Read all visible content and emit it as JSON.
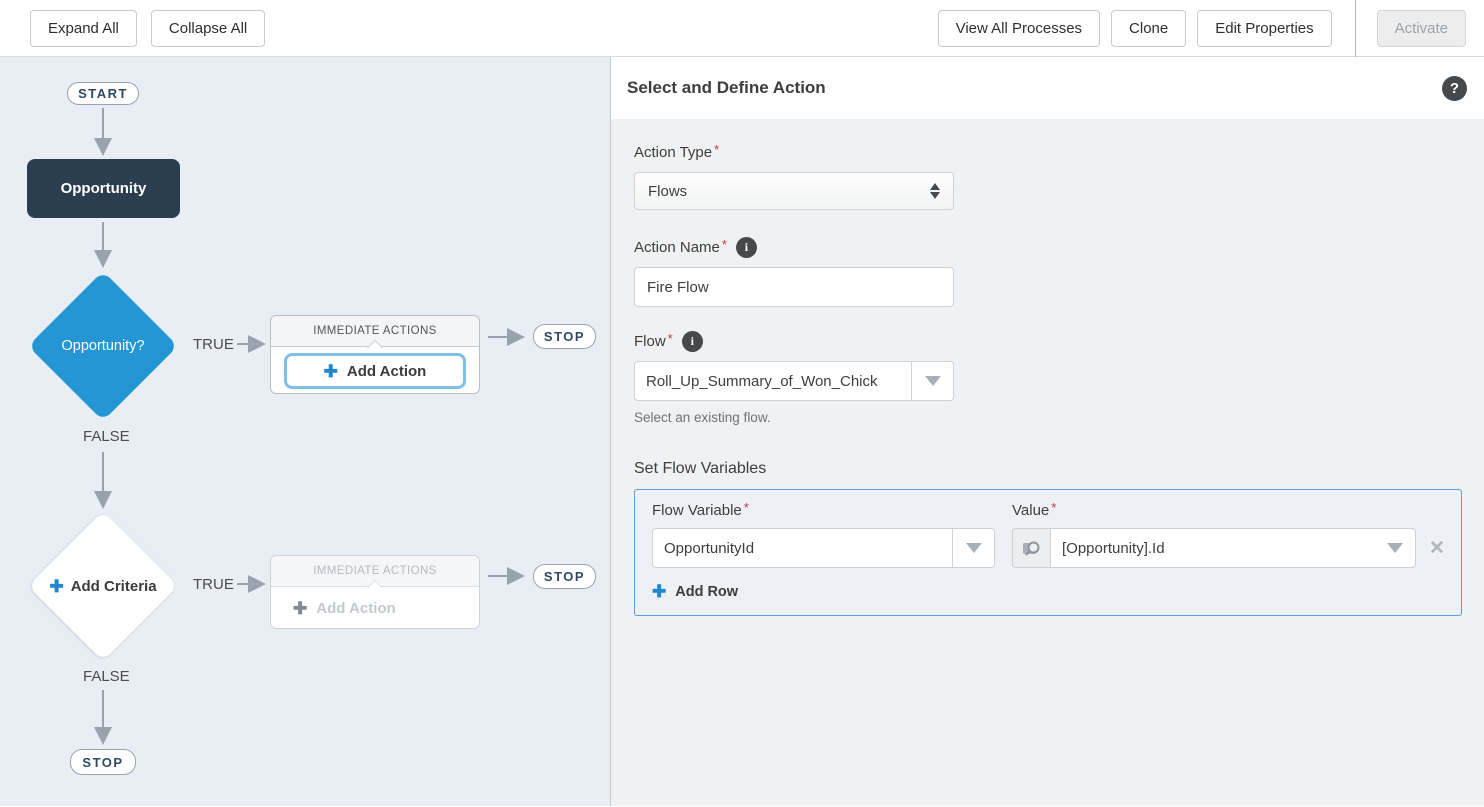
{
  "toolbar": {
    "expand_all": "Expand All",
    "collapse_all": "Collapse All",
    "view_all_processes": "View All Processes",
    "clone": "Clone",
    "edit_properties": "Edit Properties",
    "activate": "Activate"
  },
  "canvas": {
    "start": "START",
    "trigger": "Opportunity",
    "decision1": "Opportunity?",
    "decision2": "Add Criteria",
    "true_label": "TRUE",
    "false_label": "FALSE",
    "immediate_actions_header": "IMMEDIATE ACTIONS",
    "add_action": "Add Action",
    "stop": "STOP",
    "plus_glyph": "✚"
  },
  "panel": {
    "title": "Select and Define Action",
    "help_glyph": "?",
    "info_glyph": "i",
    "action_type": {
      "label": "Action Type",
      "required": "*",
      "value": "Flows"
    },
    "action_name": {
      "label": "Action Name",
      "required": "*",
      "value": "Fire Flow"
    },
    "flow": {
      "label": "Flow",
      "required": "*",
      "value": "Roll_Up_Summary_of_Won_Chick",
      "helper": "Select an existing flow."
    },
    "flow_variables": {
      "heading": "Set Flow Variables",
      "col_variable": "Flow Variable",
      "col_value": "Value",
      "required": "*",
      "rows": [
        {
          "variable": "OpportunityId",
          "value": "[Opportunity].Id"
        }
      ],
      "remove_glyph": "✕",
      "add_row": "Add Row",
      "plus_glyph": "✚"
    }
  },
  "colors": {
    "accent_blue": "#2396d3",
    "plus_blue": "#1e86d2",
    "dark_navy": "#2b3e50",
    "canvas_bg": "#e9eef4",
    "panel_bg": "#eff1f3",
    "vars_border_blue": "#5d9fdc",
    "required_red": "#c23934",
    "arrow_gray": "#9aa3ac"
  }
}
